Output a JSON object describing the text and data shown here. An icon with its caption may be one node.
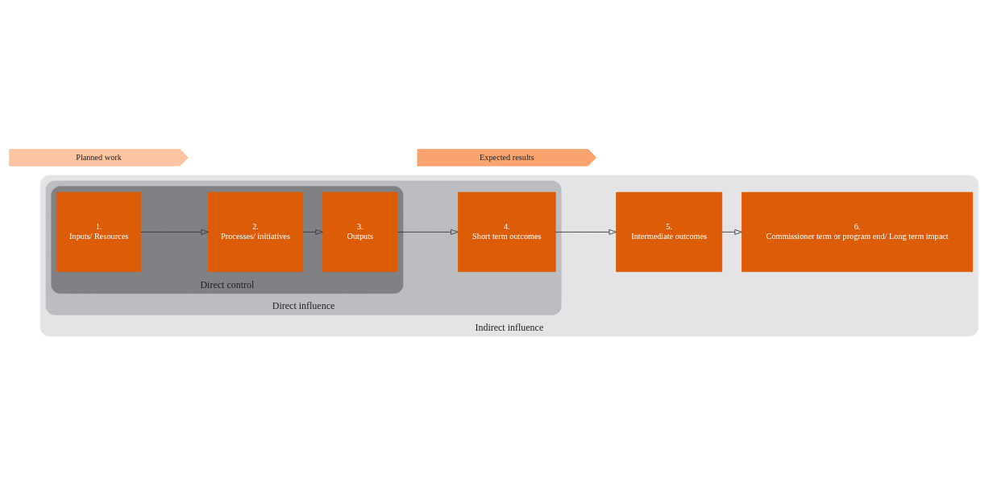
{
  "diagram": {
    "nodes": [
      {
        "text": [
          "Planned work"
        ]
      },
      {
        "text": [
          "Expected results"
        ]
      },
      {
        "text": [
          "Indirect influence"
        ]
      },
      {
        "text": [
          "Direct influence"
        ],
        "in": 2
      },
      {
        "text": [
          "Direct control"
        ],
        "in": 3
      },
      {
        "text": [
          "1.",
          "Inputs/ Resources"
        ],
        "in": 4
      },
      {
        "text": [
          "2.",
          "Processes/ initiatives"
        ],
        "in": 4
      },
      {
        "text": [
          "3.",
          "Outputs"
        ],
        "in": 4
      },
      {
        "text": [
          "4.",
          "Short term outcomes"
        ],
        "in": 3
      },
      {
        "text": [
          "5.",
          "Intermediate outcomes"
        ],
        "in": 2
      },
      {
        "text": [
          "6.",
          "Commissioner term or program end/ Long term impact"
        ],
        "in": 2
      }
    ],
    "edges": [
      {
        "from": 5,
        "to": 6,
        "arrow": "to"
      },
      {
        "from": 6,
        "to": 7,
        "arrow": "to"
      },
      {
        "from": 7,
        "to": 8,
        "arrow": "to"
      },
      {
        "from": 8,
        "to": 9,
        "arrow": "to"
      },
      {
        "from": 9,
        "to": 10,
        "arrow": "to"
      }
    ]
  }
}
